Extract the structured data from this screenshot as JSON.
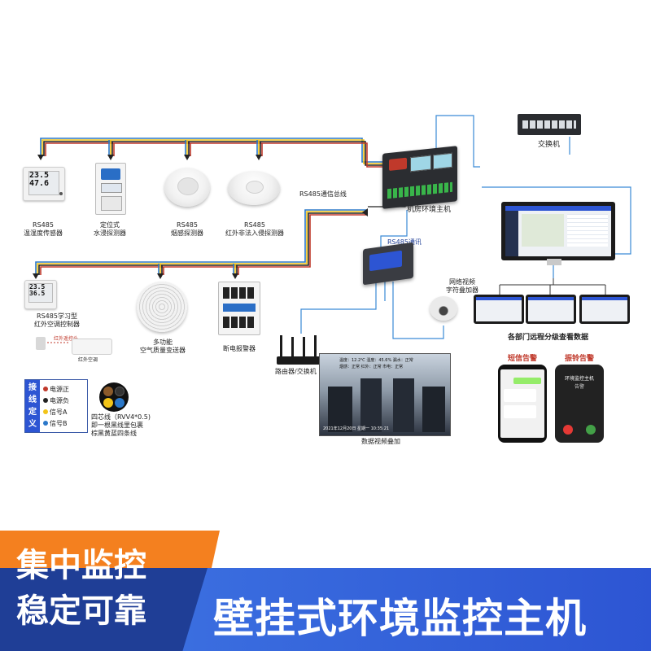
{
  "bus": {
    "rs485_bus_label": "RS485通信总线",
    "rs485_comm_label": "RS485通讯"
  },
  "sensors_top": [
    {
      "line1": "RS485",
      "line2": "温湿度传感器",
      "reading1": "23.5",
      "reading2": "47.6"
    },
    {
      "line1": "定位式",
      "line2": "水浸探测器"
    },
    {
      "line1": "RS485",
      "line2": "烟感探测器"
    },
    {
      "line1": "RS485",
      "line2": "红外非法入侵探测器"
    }
  ],
  "sensors_bottom": [
    {
      "line1": "RS485学习型",
      "line2": "红外空调控制器",
      "reading1": "23.5",
      "reading2": "36.5",
      "sub_ac": "红外空调",
      "sub_probe": "红外遥控头"
    },
    {
      "line1": "多功能",
      "line2": "空气质量变送器"
    },
    {
      "line1": "断电报警器",
      "line2": ""
    }
  ],
  "host": {
    "label": "机房环境主机"
  },
  "switch": {
    "label": "交换机"
  },
  "overlay": {
    "line1": "网络视频",
    "line2": "字符叠加器"
  },
  "router": {
    "label": "路由器/交换机"
  },
  "remote": {
    "label": "各部门远程分级查看数据"
  },
  "video": {
    "label": "数据视频叠加",
    "osd_line1": "温度：12.2℃  湿度：45.6%  漏水：正常",
    "osd_line2": "烟感：正常  红外：正常  市电：正常",
    "timestamp": "2021年12月20日  星期一  10:35:21"
  },
  "phones": {
    "sms_label": "短信告警",
    "call_label": "振铃告警",
    "call_title": "环境监控主机",
    "call_sub": "告警"
  },
  "wiring": {
    "title_chars": [
      "接",
      "线",
      "定",
      "义"
    ],
    "items": [
      {
        "text": "电源正",
        "color": "#c0392b"
      },
      {
        "text": "电源负",
        "color": "#222222"
      },
      {
        "text": "信号A",
        "color": "#f2c418"
      },
      {
        "text": "信号B",
        "color": "#2b78c9"
      }
    ],
    "cable_line1": "四芯线（RVV4*0.5)",
    "cable_line2": "即一根黑线里包裹",
    "cable_line3": "棕黑黄蓝四条线"
  },
  "banner": {
    "left_line1": "集中监控",
    "left_line2": "稳定可靠",
    "right": "壁挂式环境监控主机"
  },
  "colors": {
    "orange": "#f4801f",
    "blue": "#2d55d3",
    "dark_blue": "#1f3e96",
    "net_line": "#3a8ad6"
  }
}
